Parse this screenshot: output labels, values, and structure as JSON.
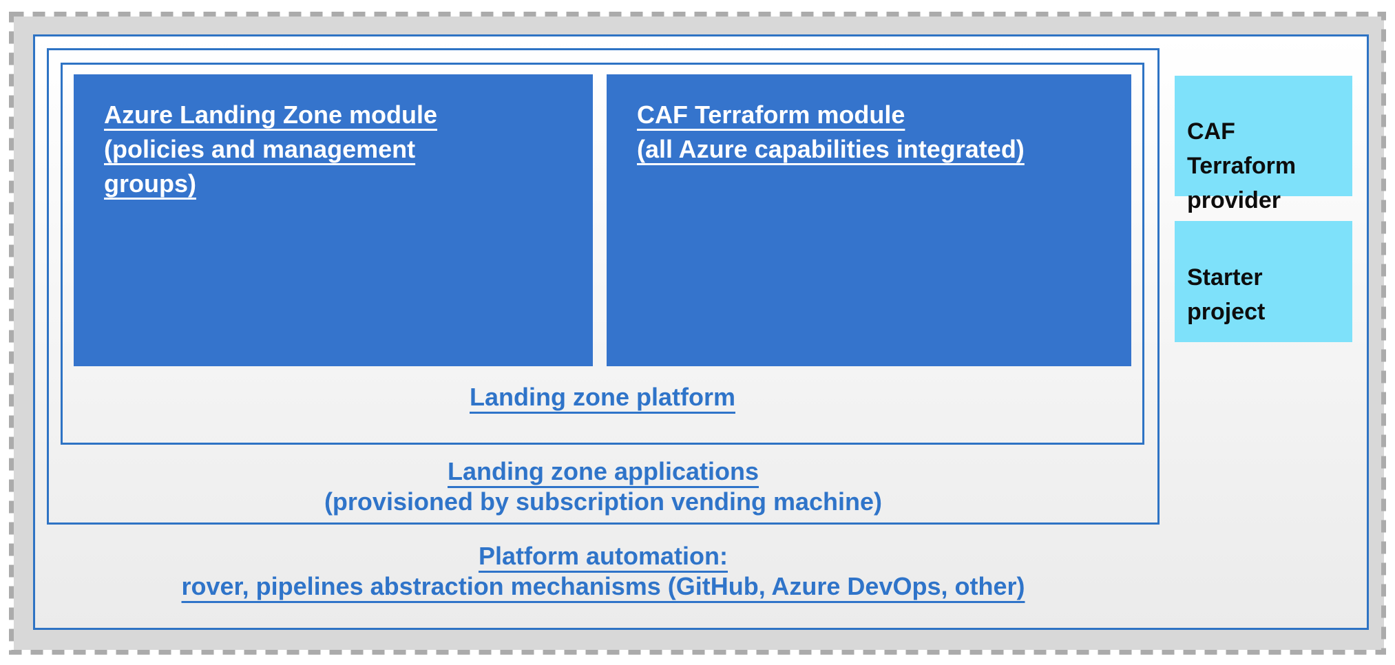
{
  "diagram": {
    "modules": [
      {
        "title": "Azure Landing Zone module\n(policies and management\ngroups)"
      },
      {
        "title": "CAF Terraform module\n(all Azure capabilities integrated)"
      }
    ],
    "platform_label": "Landing zone platform",
    "applications": {
      "title": "Landing zone applications",
      "subtitle": "(provisioned by subscription vending machine)"
    },
    "automation": {
      "title": "Platform automation:",
      "subtitle": "rover, pipelines abstraction mechanisms (GitHub, Azure DevOps, other)"
    },
    "side_boxes": [
      {
        "label": "CAF\nTerraform\nprovider"
      },
      {
        "label": "Starter\nproject"
      }
    ],
    "colors": {
      "module_fill_blue": "#3574cc",
      "border_blue": "#2e73c4",
      "link_text_blue": "#2f74c9",
      "module_text_white": "#ffffff",
      "side_box_cyan": "#7ee1fa",
      "side_box_text_black": "#0d0d0d",
      "dash_gray": "#ababab",
      "band_gray": "#d8d8d8"
    }
  }
}
